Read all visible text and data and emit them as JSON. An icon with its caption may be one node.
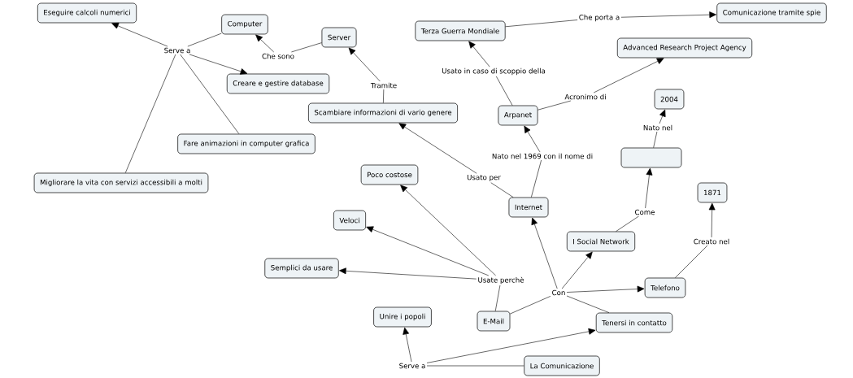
{
  "diagram": {
    "nodes": [
      {
        "text": [
          "Eseguire calcoli numerici"
        ]
      },
      {
        "text": [
          "Computer"
        ]
      },
      {
        "text": [
          "Server"
        ]
      },
      {
        "text": [
          "Terza Guerra Mondiale"
        ]
      },
      {
        "text": [
          "Che porta a"
        ]
      },
      {
        "text": [
          "Comunicazione tramite spie"
        ]
      },
      {
        "text": [
          "Advanced Research Project Agency"
        ]
      },
      {
        "text": [
          "Serve a"
        ]
      },
      {
        "text": [
          "Che sono"
        ]
      },
      {
        "text": [
          "Usato in caso di scoppio della"
        ]
      },
      {
        "text": [
          "Creare e gestire database"
        ]
      },
      {
        "text": [
          "Tramite"
        ]
      },
      {
        "text": [
          "Acronimo di"
        ]
      },
      {
        "text": [
          "2004"
        ]
      },
      {
        "text": [
          "Scambiare informazioni di vario genere"
        ]
      },
      {
        "text": [
          "Arpanet"
        ]
      },
      {
        "text": [
          "Nato nel"
        ]
      },
      {
        "text": [
          "Fare animazioni in computer grafica"
        ]
      },
      {
        "text": [
          "Nato nel 1969 con il nome di"
        ]
      },
      {
        "text": [],
        "shape": "box"
      },
      {
        "text": [
          "Poco costose"
        ]
      },
      {
        "text": [
          "Usato per"
        ]
      },
      {
        "text": [
          "Migliorare la vita con servizi accessibili a molti"
        ]
      },
      {
        "text": [
          "1871"
        ]
      },
      {
        "text": [
          "Internet"
        ]
      },
      {
        "text": [
          "Come"
        ]
      },
      {
        "text": [
          "Veloci"
        ]
      },
      {
        "text": [
          "I Social Network"
        ]
      },
      {
        "text": [
          "Creato nel"
        ]
      },
      {
        "text": [
          "Semplici da usare"
        ]
      },
      {
        "text": [
          "Usate perchè"
        ]
      },
      {
        "text": [
          "Con"
        ]
      },
      {
        "text": [
          "Telefono"
        ]
      },
      {
        "text": [
          "Unire i popoli"
        ]
      },
      {
        "text": [
          "E-Mail"
        ]
      },
      {
        "text": [
          "Tenersi in contatto"
        ]
      },
      {
        "text": [
          "Serve a"
        ]
      },
      {
        "text": [
          "La Comunicazione"
        ]
      }
    ],
    "edges": [
      {
        "from": 1,
        "to": 7,
        "arrow": "none"
      },
      {
        "from": 7,
        "to": 0,
        "arrow": "to"
      },
      {
        "from": 7,
        "to": 10,
        "arrow": "to"
      },
      {
        "from": 7,
        "to": 17,
        "arrow": "none"
      },
      {
        "from": 7,
        "to": 22,
        "arrow": "none"
      },
      {
        "from": 2,
        "to": 8,
        "arrow": "none"
      },
      {
        "from": 8,
        "to": 1,
        "arrow": "to"
      },
      {
        "from": 14,
        "to": 11,
        "arrow": "none"
      },
      {
        "from": 11,
        "to": 2,
        "arrow": "to"
      },
      {
        "from": 24,
        "to": 21,
        "arrow": "none"
      },
      {
        "from": 21,
        "to": 14,
        "arrow": "to"
      },
      {
        "from": 24,
        "to": 18,
        "arrow": "none"
      },
      {
        "from": 18,
        "to": 15,
        "arrow": "to"
      },
      {
        "from": 15,
        "to": 9,
        "arrow": "none"
      },
      {
        "from": 9,
        "to": 3,
        "arrow": "to"
      },
      {
        "from": 3,
        "to": 4,
        "arrow": "none"
      },
      {
        "from": 4,
        "to": 5,
        "arrow": "to"
      },
      {
        "from": 15,
        "to": 12,
        "arrow": "none"
      },
      {
        "from": 12,
        "to": 6,
        "arrow": "to"
      },
      {
        "from": 27,
        "to": 25,
        "arrow": "none"
      },
      {
        "from": 25,
        "to": 19,
        "arrow": "to"
      },
      {
        "from": 19,
        "to": 16,
        "arrow": "none"
      },
      {
        "from": 16,
        "to": 13,
        "arrow": "to"
      },
      {
        "from": 32,
        "to": 28,
        "arrow": "none"
      },
      {
        "from": 28,
        "to": 23,
        "arrow": "to"
      },
      {
        "from": 34,
        "to": 30,
        "arrow": "none"
      },
      {
        "from": 30,
        "to": 20,
        "arrow": "to"
      },
      {
        "from": 30,
        "to": 26,
        "arrow": "to"
      },
      {
        "from": 30,
        "to": 29,
        "arrow": "to"
      },
      {
        "from": 34,
        "to": 31,
        "arrow": "none"
      },
      {
        "from": 31,
        "to": 24,
        "arrow": "to"
      },
      {
        "from": 31,
        "to": 27,
        "arrow": "to"
      },
      {
        "from": 31,
        "to": 32,
        "arrow": "to"
      },
      {
        "from": 31,
        "to": 35,
        "arrow": "none"
      },
      {
        "from": 37,
        "to": 36,
        "arrow": "none"
      },
      {
        "from": 36,
        "to": 33,
        "arrow": "to"
      },
      {
        "from": 36,
        "to": 35,
        "arrow": "to"
      }
    ]
  }
}
